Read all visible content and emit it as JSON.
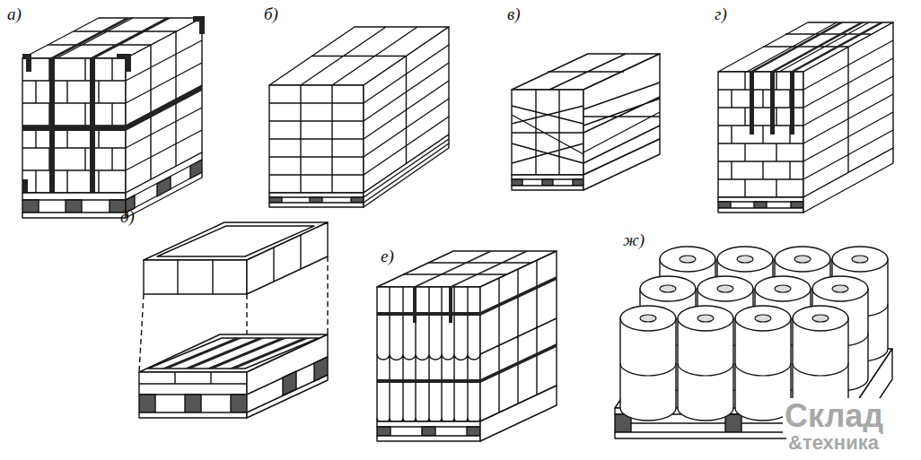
{
  "diagram": {
    "labels": [
      "а)",
      "б)",
      "в)",
      "г)",
      "д)",
      "е)",
      "ж)",
      "Склад",
      "&техника"
    ]
  }
}
